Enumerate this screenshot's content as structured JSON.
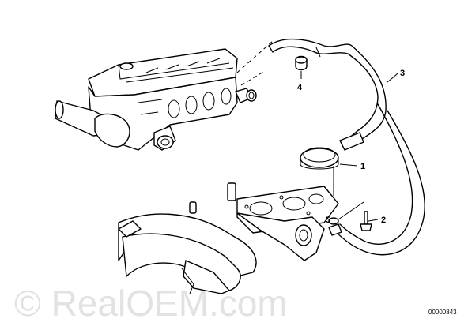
{
  "diagram": {
    "callouts": [
      {
        "id": "c1",
        "label": "1"
      },
      {
        "id": "c2",
        "label": "2"
      },
      {
        "id": "c3",
        "label": "3"
      },
      {
        "id": "c4",
        "label": "4"
      },
      {
        "id": "c5",
        "label": "5"
      }
    ],
    "part_code": "00000843",
    "watermark": "© RealOEM.com"
  }
}
